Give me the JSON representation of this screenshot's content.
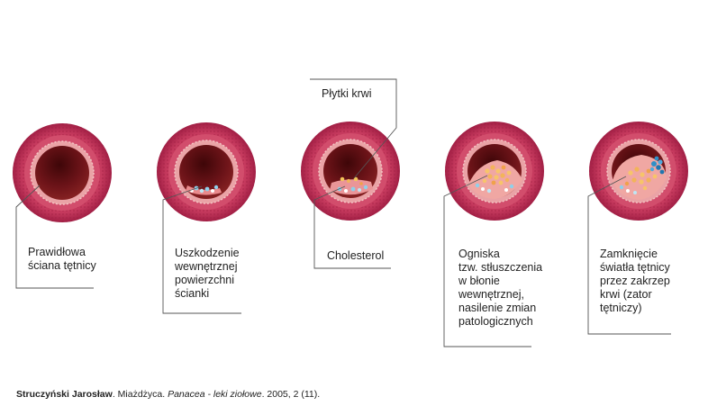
{
  "labels": {
    "platelets": "Płytki krwi",
    "stage1": "Prawidłowa\nściana tętnicy",
    "stage2": "Uszkodzenie\nwewnętrznej\npowierzchni\nścianki",
    "stage3": "Cholesterol",
    "stage4": "Ogniska\ntzw. stłuszczenia\nw błonie\nwewnętrznej,\nnasilenie zmian\npatologicznych",
    "stage5": "Zamknięcie\nświatła tętnicy\nprzez zakrzep\nkrwi (zator\ntętniczy)"
  },
  "citation": {
    "author": "Struczyński Jarosław",
    "title": ". Miażdżyca. ",
    "journal": "Panacea - leki ziołowe",
    "details": ". 2005, 2 (11)."
  },
  "colors": {
    "outer_wall": "#b62a52",
    "mid_wall": "#d2516f",
    "inner_ring": "#e99aa0",
    "lumen": "#6e1419",
    "cholesterol": "#f2b45a",
    "platelet": "#8fd0ea",
    "clot": "#2f8fc7"
  }
}
